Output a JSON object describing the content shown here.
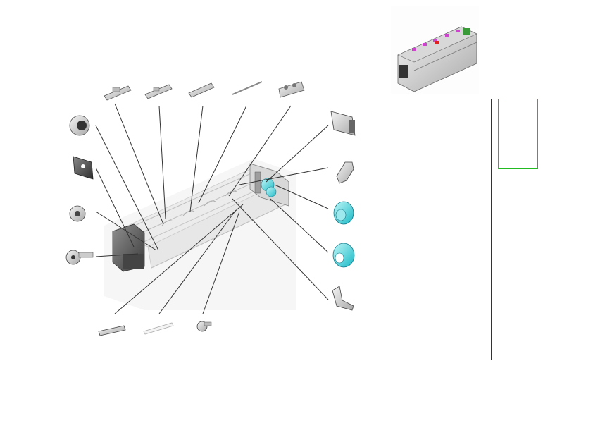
{
  "diagram": {
    "type": "exploded-parts-view",
    "highlight_color": "#33dddd",
    "thumbnail_border_color": "#22bb22",
    "parts": [
      {
        "name": "bracket-top-1"
      },
      {
        "name": "bracket-top-2"
      },
      {
        "name": "roller-bar-top"
      },
      {
        "name": "shaft-thin"
      },
      {
        "name": "gear-bracket-top"
      },
      {
        "name": "bushing-ring"
      },
      {
        "name": "side-plate-left"
      },
      {
        "name": "gear-left"
      },
      {
        "name": "gear-left-shaft"
      },
      {
        "name": "side-plate-right"
      },
      {
        "name": "hook-bracket-right"
      },
      {
        "name": "bearing-cyan-1"
      },
      {
        "name": "bearing-cyan-2"
      },
      {
        "name": "lever-bracket"
      },
      {
        "name": "clip-bottom"
      },
      {
        "name": "strip-bottom"
      },
      {
        "name": "pin-bottom"
      }
    ]
  }
}
